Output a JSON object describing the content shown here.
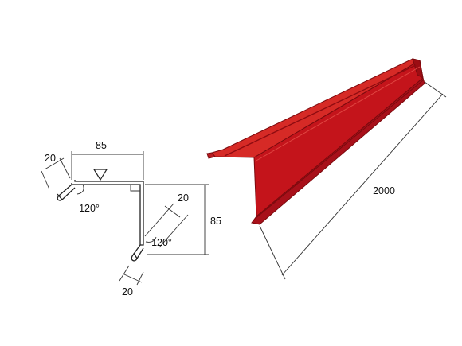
{
  "labels": {
    "top_width": "85",
    "left_flange": "20",
    "left_angle": "120°",
    "right_height": "85",
    "right_flange": "20",
    "right_angle": "120°",
    "bottom_flange": "20",
    "length": "2000"
  },
  "colors": {
    "profile_front": "#c8141b",
    "profile_top": "#d82a26",
    "profile_edge": "#8e0b10",
    "line": "#222222",
    "dim_line": "#333333"
  },
  "icons": {
    "level_mark": "down-triangle-icon"
  }
}
